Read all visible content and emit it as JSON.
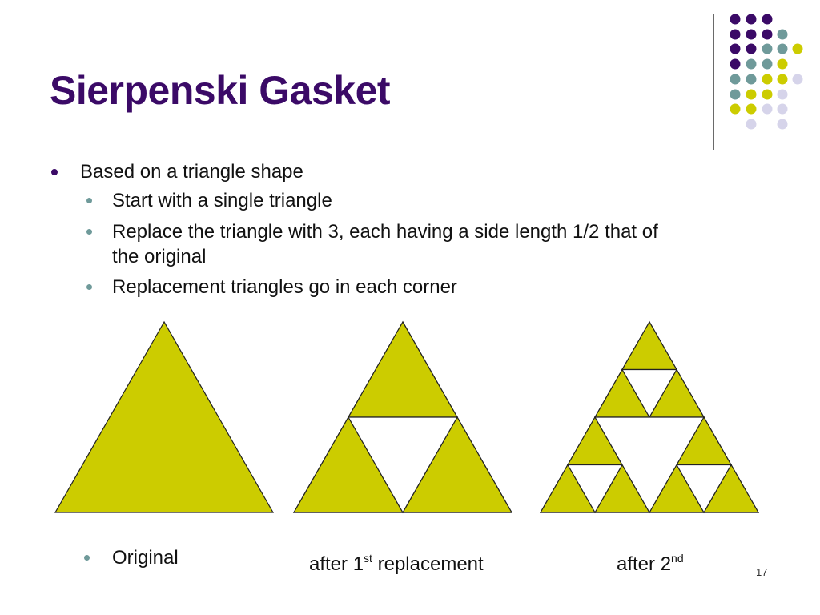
{
  "slide": {
    "title": "Sierpenski Gasket",
    "slide_number": "17"
  },
  "bullets": [
    {
      "level": 1,
      "text": "Based on a triangle shape"
    },
    {
      "level": 2,
      "text": "Start with a single triangle"
    },
    {
      "level": 2,
      "text": "Replace the triangle with 3, each having a side length 1/2 that of"
    },
    {
      "level": 2,
      "text": "the original"
    },
    {
      "level": 2,
      "text": "Replacement triangles go in each corner"
    }
  ],
  "captions": {
    "original": "Original",
    "first_prefix": "after 1",
    "first_sup": "st",
    "first_suffix": " replacement",
    "second_prefix": "after 2",
    "second_sup": "nd"
  },
  "colors": {
    "title": "#3b0a67",
    "triangle_fill": "#cccc00",
    "triangle_stroke": "#222222",
    "dot_purple": "#3b0a67",
    "dot_teal": "#6f9a9a",
    "dot_yellow": "#cccc00",
    "dot_lavender": "#d6d4ea"
  }
}
